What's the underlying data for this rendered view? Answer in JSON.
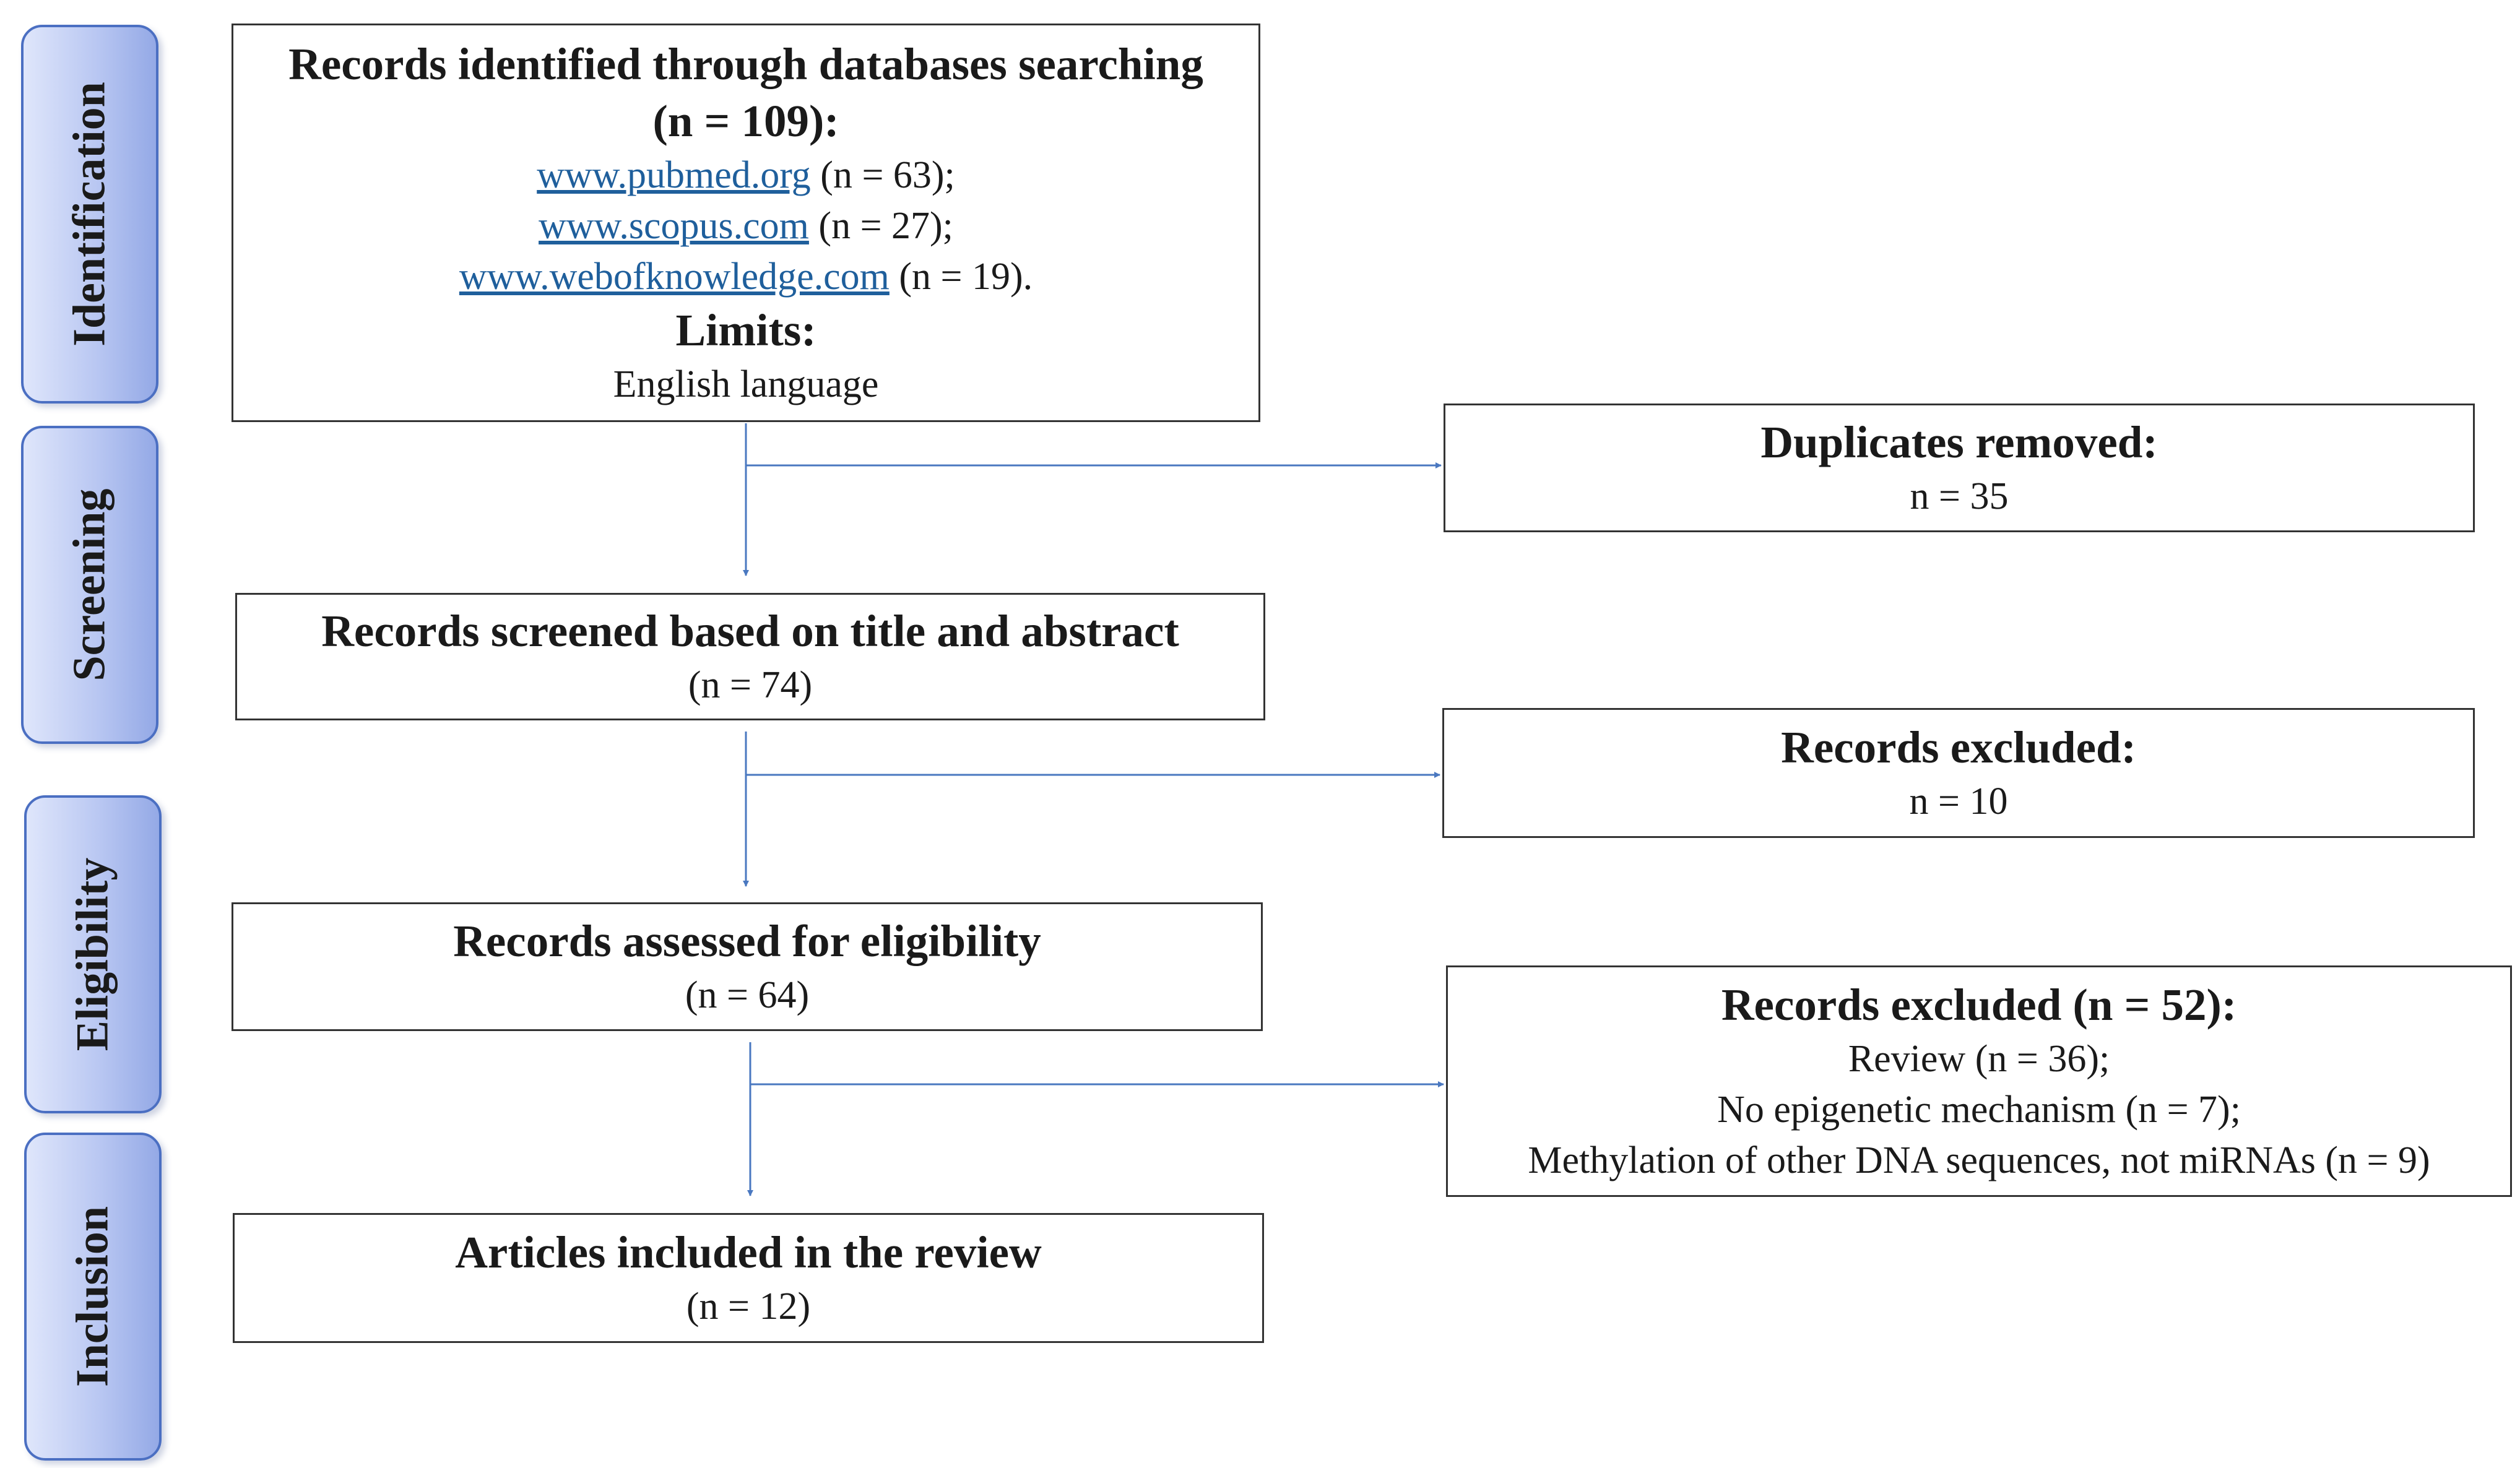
{
  "phases": {
    "identification": "Identification",
    "screening": "Screening",
    "eligibility": "Eligibility",
    "inclusion": "Inclusion"
  },
  "identified": {
    "title_line1": "Records identified through databases searching",
    "title_line2": "(n = 109):",
    "sources": [
      {
        "link": "www.pubmed.org",
        "count": " (n = 63);"
      },
      {
        "link": "www.scopus.com",
        "count": " (n = 27);"
      },
      {
        "link": "www.webofknowledge.com",
        "count": " (n = 19)."
      }
    ],
    "limits_title": "Limits:",
    "limits_value": "English language"
  },
  "duplicates": {
    "title": "Duplicates removed:",
    "count": "n = 35"
  },
  "screened": {
    "title": "Records screened based on title and abstract",
    "count": "(n = 74)"
  },
  "excluded_screening": {
    "title": "Records excluded:",
    "count": "n = 10"
  },
  "assessed": {
    "title": "Records assessed for eligibility",
    "count": "(n = 64)"
  },
  "excluded_eligibility": {
    "title": "Records excluded (n = 52):",
    "reasons": [
      "Review (n = 36);",
      "No epigenetic mechanism (n = 7);",
      "Methylation of other DNA sequences, not miRNAs (n = 9)"
    ]
  },
  "included": {
    "title": "Articles included in the review",
    "count": "(n = 12)"
  },
  "colors": {
    "arrow": "#4a78c0",
    "phase_border": "#4b6fc2",
    "link": "#1f5f9c"
  }
}
